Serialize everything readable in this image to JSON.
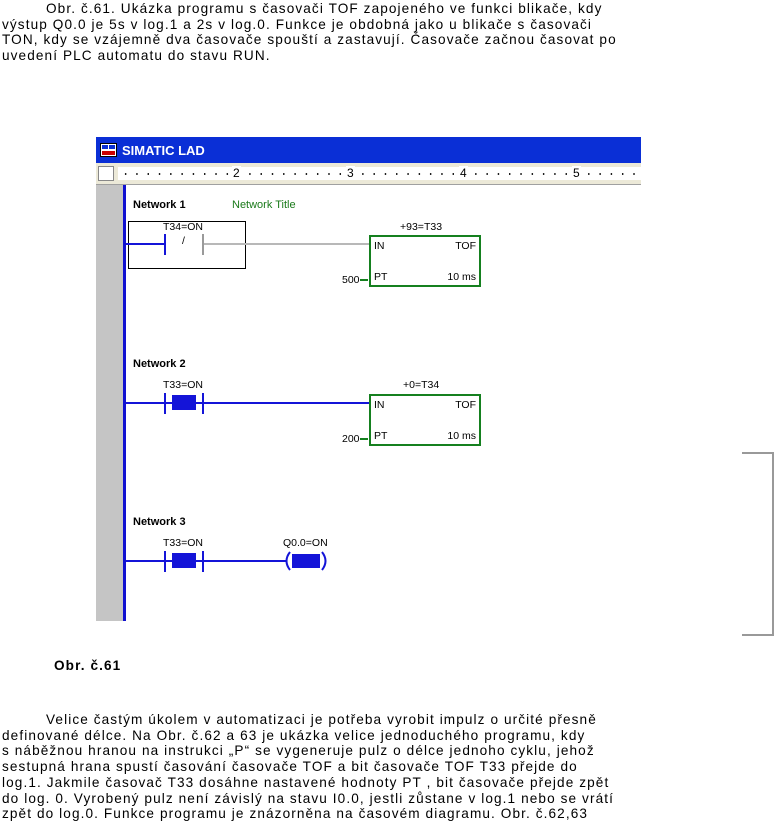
{
  "para1": {
    "lines": [
      "Obr. č.61. Ukázka programu s časovači TOF  zapojeného ve funkci blikače, kdy",
      "výstup Q0.0 je 5s v log.1 a 2s v log.0. Funkce je obdobná jako u blikače s časovači",
      "TON, kdy se vzájemně dva časovače spouští a zastavují. Časovače začnou časovat po",
      "uvedení PLC automatu do stavu RUN."
    ]
  },
  "window": {
    "title": "SIMATIC LAD",
    "ruler_marks": [
      "2",
      "3",
      "4",
      "5"
    ]
  },
  "networks": [
    {
      "label": "Network 1",
      "title": "Network Title",
      "contact_addr": "T34=ON",
      "contact_symbol": "/",
      "timer_header": "+93=T33",
      "in_label": "IN",
      "timer_type": "TOF",
      "pt_value": "500",
      "pt_label": "PT",
      "timebase": "10 ms"
    },
    {
      "label": "Network 2",
      "contact_addr": "T33=ON",
      "timer_header": "+0=T34",
      "in_label": "IN",
      "timer_type": "TOF",
      "pt_value": "200",
      "pt_label": "PT",
      "timebase": "10 ms"
    },
    {
      "label": "Network 3",
      "contact_addr": "T33=ON",
      "coil_addr": "Q0.0=ON"
    }
  ],
  "caption": "Obr. č.61",
  "para2": {
    "lines": [
      "Velice častým úkolem v automatizaci je potřeba vyrobit impulz o určité přesně",
      "definované délce. Na   Obr. č.62 a 63 je ukázka velice jednoduchého programu, kdy",
      "s náběžnou hranou na instrukci „P“ se vygeneruje pulz o délce jednoho cyklu, jehož",
      "sestupná hrana spustí časování časovače TOF a bit časovače TOF T33 přejde do",
      "log.1. Jakmile časovač T33 dosáhne nastavené hodnoty PT , bit časovače přejde zpět",
      "do log. 0. Vyrobený pulz není závislý na stavu I0.0, jestli zůstane v log.1 nebo se vrátí",
      "zpět do log.0. Funkce programu je znázorněna na časovém diagramu. Obr. č.62,63"
    ]
  },
  "colors": {
    "title_bar": "#0a2fd6",
    "power_rail": "#1414d8",
    "energized": "#1414d8",
    "box_border": "#15801f",
    "network_title": "#1a7a1a"
  },
  "icons": [
    "simatic-lad-window-icon"
  ]
}
